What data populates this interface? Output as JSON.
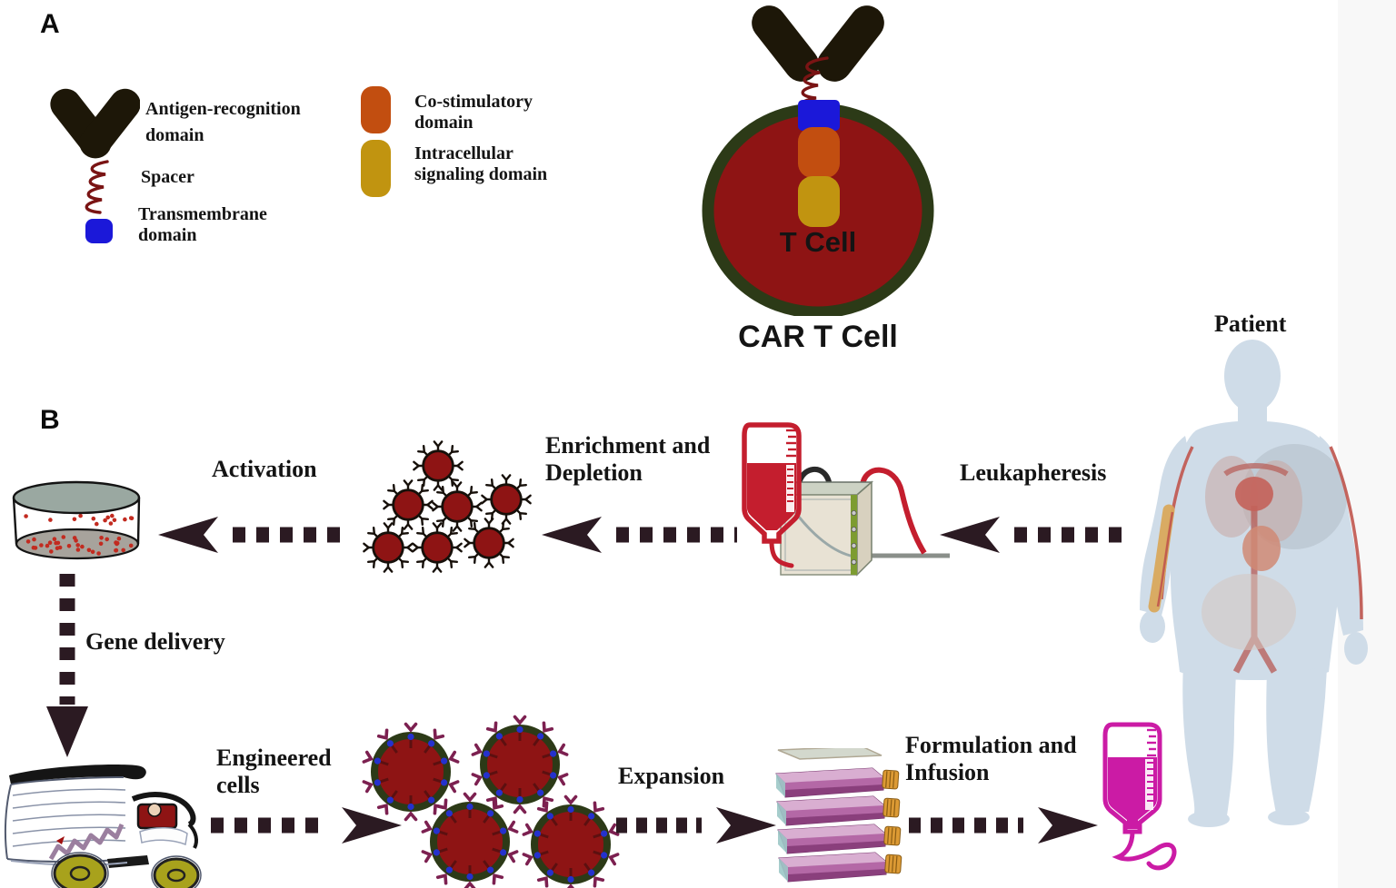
{
  "panels": {
    "a": "A",
    "b": "B"
  },
  "legend": {
    "antigen_recognition": "Antigen-recognition domain",
    "spacer": "Spacer",
    "transmembrane": "Transmembrane domain",
    "co_stimulatory": "Co-stimulatory domain",
    "intracellular_signaling": "Intracellular signaling domain"
  },
  "car_t": {
    "cell_label": "T Cell",
    "caption": "CAR T Cell"
  },
  "workflow": {
    "patient": "Patient",
    "leukapheresis": "Leukapheresis",
    "enrichment_depletion": "Enrichment and Depletion",
    "activation": "Activation",
    "gene_delivery": "Gene delivery",
    "engineered_cells": "Engineered cells",
    "expansion": "Expansion",
    "formulation_infusion": "Formulation and Infusion"
  },
  "colors": {
    "arrow": "#2b1a22",
    "antigen_domain": "#1d1708",
    "spacer": "#7a1414",
    "transmembrane": "#1b18d9",
    "co_stimulatory": "#c24e10",
    "intracellular": "#c19410",
    "cell_fill": "#8e1414",
    "cell_membrane": "#2c3a17",
    "receptor_blue": "#2531cd",
    "receptor_purple": "#7c2050",
    "blood_bag": "#c41e2e",
    "infusion_bag": "#cb1ba5",
    "flask_body": "#b468a6",
    "flask_cap": "#dc9a34",
    "machine_green": "#7d9c31",
    "dish_dots": "#c22b20",
    "patient_silhouette": "#cfdce8",
    "wheel": "#a8a21c"
  }
}
